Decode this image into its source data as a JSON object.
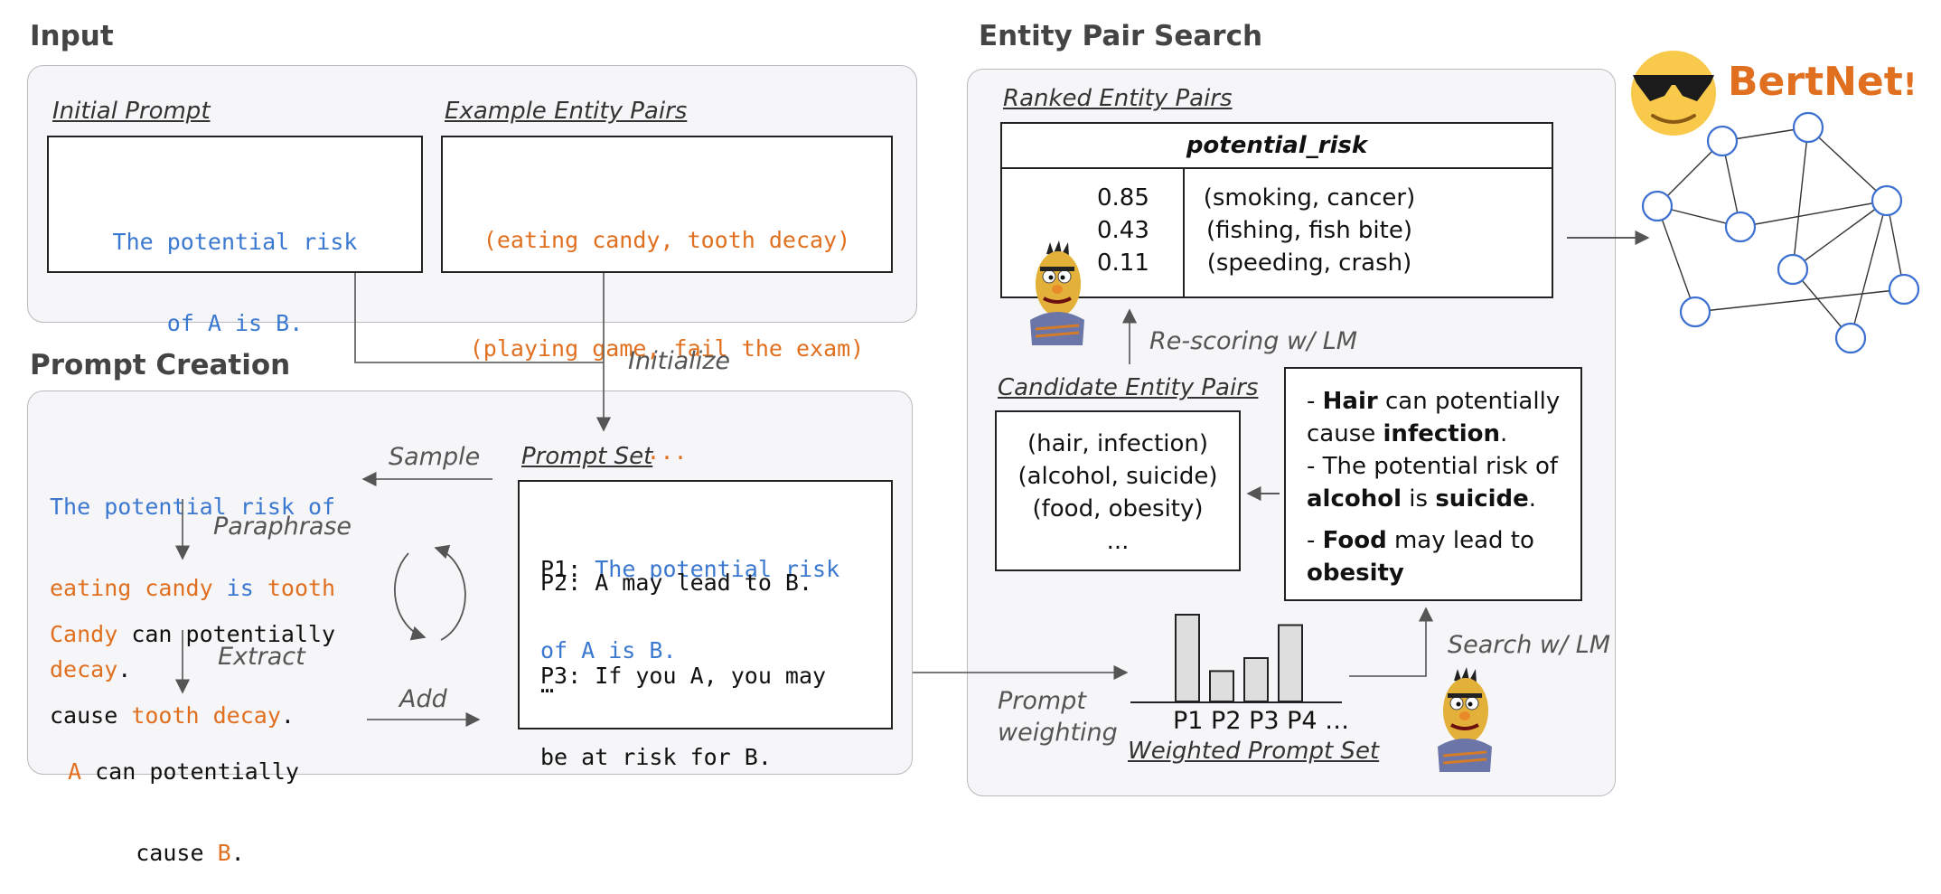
{
  "sections": {
    "input": "Input",
    "prompt_creation": "Prompt Creation",
    "entity_pair_search": "Entity Pair Search"
  },
  "input": {
    "initial_prompt_label": "Initial Prompt",
    "initial_prompt_lines": [
      "The potential risk",
      "of A is B."
    ],
    "example_pairs_label": "Example Entity Pairs",
    "example_pairs": [
      "(eating candy, tooth decay)",
      "(playing game, fail the exam)",
      "..."
    ]
  },
  "edges": {
    "initialize": "Initialize",
    "sample": "Sample",
    "paraphrase": "Paraphrase",
    "extract": "Extract",
    "add": "Add",
    "prompt_weighting": [
      "Prompt",
      "weighting"
    ],
    "rescoring": "Re-scoring w/ LM",
    "search": "Search w/ LM"
  },
  "prompt_creation": {
    "sampled": [
      "The potential risk of",
      "eating candy is tooth",
      "decay."
    ],
    "paraphrased": [
      "Candy can potentially",
      "cause tooth decay."
    ],
    "extracted": [
      "A can potentially",
      "cause B."
    ],
    "prompt_set_label": "Prompt Set",
    "prompt_set": {
      "p1_prefix": "P1: ",
      "p1_lines": [
        "The potential risk",
        "of A is B."
      ],
      "p2": "P2: A may lead to B.",
      "p3_lines": [
        "P3: If you A, you may",
        "be at risk for B."
      ],
      "more": "…"
    }
  },
  "entity_pair_search": {
    "ranked_label": "Ranked Entity Pairs",
    "table_header": "potential_risk",
    "scores": [
      "0.85",
      "0.43",
      "0.11"
    ],
    "pairs": [
      "(smoking, cancer)",
      "(fishing, fish bite)",
      "(speeding, crash)"
    ],
    "candidate_label": "Candidate Entity Pairs",
    "candidates": [
      "(hair, infection)",
      "(alcohol, suicide)",
      "(food, obesity)",
      "..."
    ],
    "sentences": {
      "s1_bold1": "Hair",
      "s1_mid": " can potentially cause ",
      "s1_bold2": "infection",
      "s1_end": ".",
      "s2_start": "- The potential risk of ",
      "s2_bold1": "alcohol",
      "s2_mid": " is ",
      "s2_bold2": "suicide",
      "s2_end": ".",
      "s3_bold1": "Food",
      "s3_mid": " may lead to ",
      "s3_bold2": "obesity"
    },
    "weighted_label": "Weighted Prompt Set",
    "bar_labels": "P1 P2 P3 P4 …"
  },
  "chart_data": {
    "type": "bar",
    "categories": [
      "P1",
      "P2",
      "P3",
      "P4"
    ],
    "values": [
      1.0,
      0.35,
      0.5,
      0.88
    ]
  },
  "brand": {
    "name": "BertNet",
    "exclaim": "!",
    "emoji_icon": "sunglasses-emoji-icon",
    "color": "#e0701f"
  },
  "colors": {
    "blue": "#3b78d0",
    "orange": "#e0701f",
    "node": "#3b6fd0"
  }
}
